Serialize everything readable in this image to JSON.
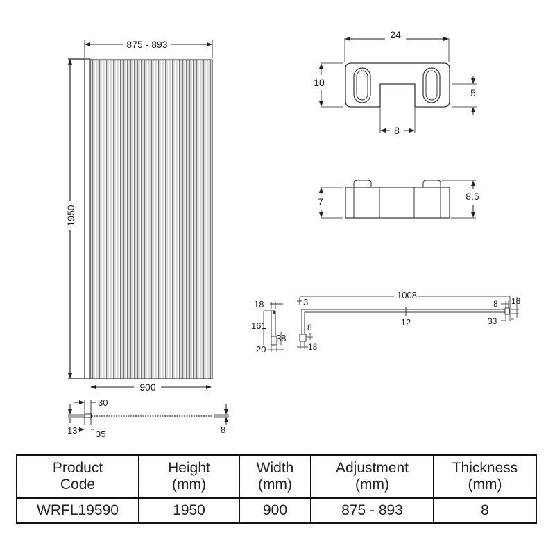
{
  "panel_front_view": {
    "width_adjustment_label": "875 - 893",
    "height_label": "1950",
    "width_label": "900"
  },
  "panel_section_view": {
    "dim_30": "30",
    "dim_13": "13",
    "dim_35": "35",
    "thickness_label": "8"
  },
  "bracket_top_view": {
    "width_label": "24",
    "height_label": "10",
    "slot_depth_label": "5",
    "slot_width_label": "8"
  },
  "bracket_side_view": {
    "body_height_label": "7",
    "total_height_label": "8.5"
  },
  "wall_profile_view": {
    "top_width": "18",
    "length": "161",
    "foot_height": "38",
    "base_width": "20"
  },
  "support_arm_view": {
    "offset_3": "3",
    "length": "1008",
    "arm_dia": "12",
    "clamp_8_left": "8",
    "clamp_18_left": "18",
    "clamp_8_right": "8",
    "clamp_18_right": "18",
    "clamp_33": "33"
  },
  "spec_table": {
    "headers": [
      {
        "line1": "Product",
        "line2": "Code"
      },
      {
        "line1": "Height",
        "line2": "(mm)"
      },
      {
        "line1": "Width",
        "line2": "(mm)"
      },
      {
        "line1": "Adjustment",
        "line2": "(mm)"
      },
      {
        "line1": "Thickness",
        "line2": "(mm)"
      }
    ],
    "rows": [
      [
        "WRFL19590",
        "1950",
        "900",
        "875 - 893",
        "8"
      ]
    ]
  }
}
